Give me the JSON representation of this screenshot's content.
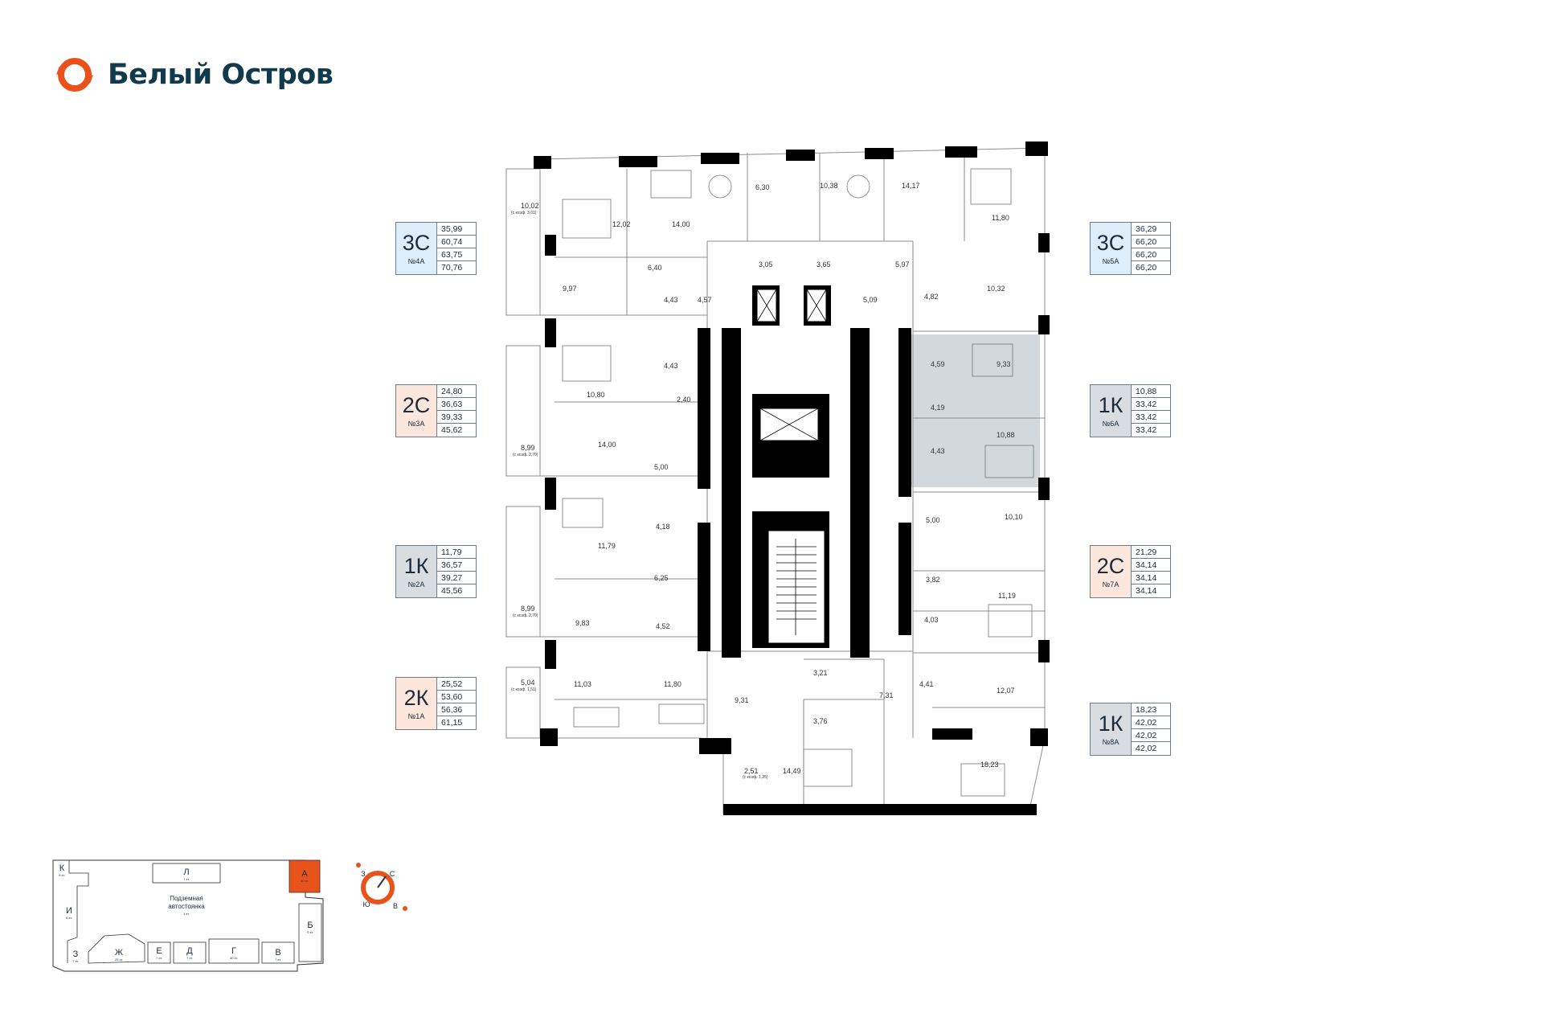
{
  "brand": {
    "name": "Белый Остров",
    "accent": "#e8531c",
    "text_color": "#123a4d"
  },
  "cards": [
    {
      "id": "4a",
      "type": "3С",
      "number": "№4А",
      "areas": [
        "35,99",
        "60,74",
        "63,75",
        "70,76"
      ],
      "color": "#ddeefa"
    },
    {
      "id": "3a",
      "type": "2С",
      "number": "№3А",
      "areas": [
        "24,80",
        "36,63",
        "39,33",
        "45,62"
      ],
      "color": "#fde7dd"
    },
    {
      "id": "2a",
      "type": "1К",
      "number": "№2А",
      "areas": [
        "11,79",
        "36,57",
        "39,27",
        "45,56"
      ],
      "color": "#d9dde1"
    },
    {
      "id": "1a",
      "type": "2К",
      "number": "№1А",
      "areas": [
        "25,52",
        "53,60",
        "56,36",
        "61,15"
      ],
      "color": "#fde7dd"
    },
    {
      "id": "5a",
      "type": "3С",
      "number": "№5А",
      "areas": [
        "36,29",
        "66,20",
        "66,20",
        "66,20"
      ],
      "color": "#ddeefa"
    },
    {
      "id": "6a",
      "type": "1К",
      "number": "№6А",
      "areas": [
        "10,88",
        "33,42",
        "33,42",
        "33,42"
      ],
      "color": "#d9dde1"
    },
    {
      "id": "7a",
      "type": "2С",
      "number": "№7А",
      "areas": [
        "21,29",
        "34,14",
        "34,14",
        "34,14"
      ],
      "color": "#fde7dd"
    },
    {
      "id": "8a",
      "type": "1К",
      "number": "№8А",
      "areas": [
        "18,23",
        "42,02",
        "42,02",
        "42,02"
      ],
      "color": "#d9dde1"
    }
  ],
  "room_labels": [
    "10,02",
    "(с коэф. 3,01)",
    "12,02",
    "14,00",
    "6,30",
    "10,38",
    "14,17",
    "11,80",
    "9,97",
    "6,40",
    "4,43",
    "4,57",
    "3,05",
    "3,65",
    "5,97",
    "5,09",
    "4,82",
    "10,32",
    "4,43",
    "10,80",
    "2,40",
    "4,59",
    "9,33",
    "4,19",
    "10,88",
    "8,99",
    "(с коэф. 2,70)",
    "14,00",
    "5,00",
    "4,43",
    "4,18",
    "5,00",
    "10,10",
    "11,79",
    "6,25",
    "3,82",
    "8,99",
    "(с коэф. 2,70)",
    "9,83",
    "4,52",
    "11,19",
    "4,03",
    "5,04",
    "(с коэф. 1,51)",
    "11,03",
    "11,80",
    "9,31",
    "3,21",
    "7,31",
    "4,41",
    "12,07",
    "3,76",
    "2,51",
    "(с коэф. 1,25)",
    "14,49",
    "18,23"
  ],
  "site_plan": {
    "sections": [
      {
        "letter": "К",
        "floors": "9 эт."
      },
      {
        "letter": "Л",
        "floors": "7 эт."
      },
      {
        "letter": "А",
        "floors": "10 эт.",
        "highlight": true
      },
      {
        "letter": "И",
        "floors": "6 эт."
      },
      {
        "letter": "Б",
        "floors": "9 эт."
      },
      {
        "letter": "З",
        "floors": "7 эт."
      },
      {
        "letter": "Ж",
        "floors": "25 эт."
      },
      {
        "letter": "Е",
        "floors": "7 эт."
      },
      {
        "letter": "Д",
        "floors": "7 эт."
      },
      {
        "letter": "Г",
        "floors": "30 эт."
      },
      {
        "letter": "В",
        "floors": "7 эт."
      }
    ],
    "parking_line1": "Подземная",
    "parking_line2": "автостоянка",
    "parking_floor": "1 эт."
  },
  "compass": {
    "n": "С",
    "s": "Ю",
    "e": "В",
    "w": "З"
  }
}
